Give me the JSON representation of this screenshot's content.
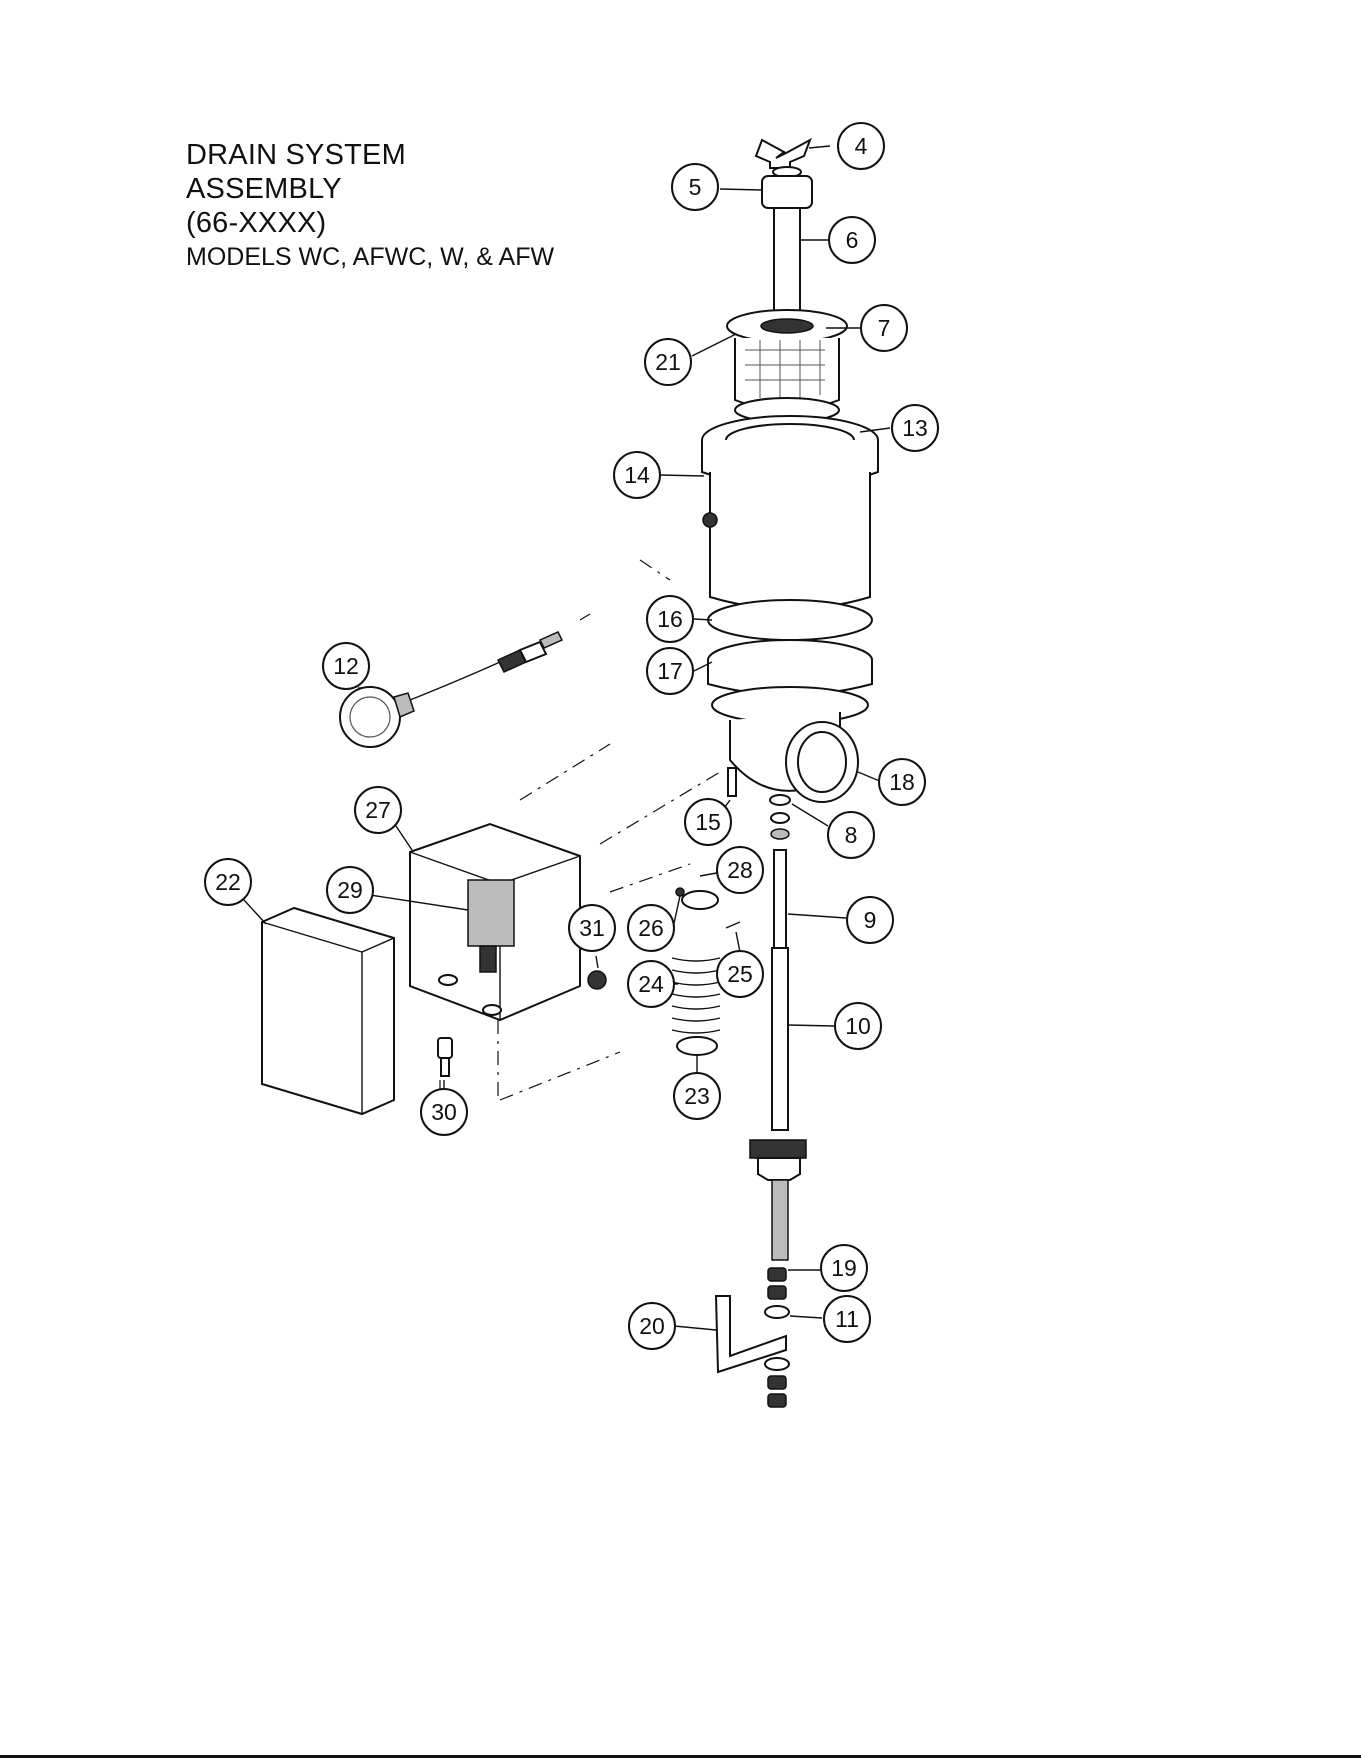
{
  "title": {
    "line1": "DRAIN SYSTEM",
    "line2": "ASSEMBLY",
    "line3": "(66-XXXX)",
    "models": "MODELS WC, AFWC, W, & AFW"
  },
  "callouts": [
    "4",
    "5",
    "6",
    "7",
    "21",
    "13",
    "14",
    "16",
    "17",
    "12",
    "18",
    "8",
    "15",
    "27",
    "28",
    "22",
    "29",
    "31",
    "26",
    "9",
    "25",
    "24",
    "10",
    "23",
    "30",
    "19",
    "11",
    "20"
  ],
  "colors": {
    "ink": "#111111",
    "background": "#ffffff"
  }
}
